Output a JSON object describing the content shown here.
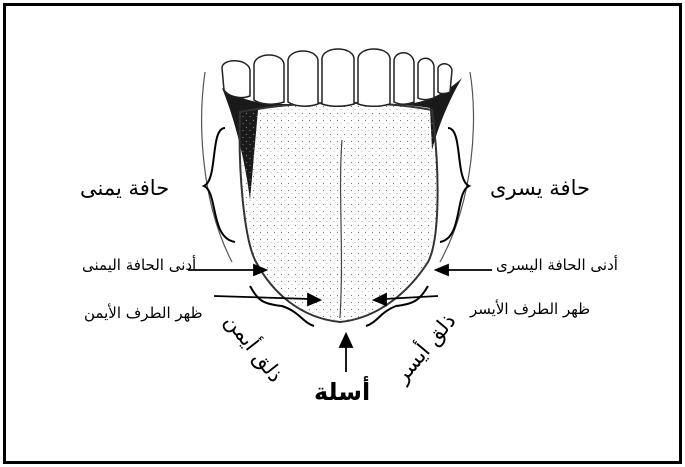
{
  "labels": {
    "right_edge": "حافة يمنى",
    "left_edge": "حافة يسرى",
    "lower_right_edge": "أدنى الحافة اليمنى",
    "lower_left_edge": "أدنى الحافة اليسرى",
    "right_tip_dorsum": "ظهر الطرف الأيمن",
    "left_tip_dorsum": "ظهر الطرف الأيسر",
    "right_blade": "ذلق أيمن",
    "left_blade": "ذلق أيسر",
    "apex": "أسلة"
  }
}
